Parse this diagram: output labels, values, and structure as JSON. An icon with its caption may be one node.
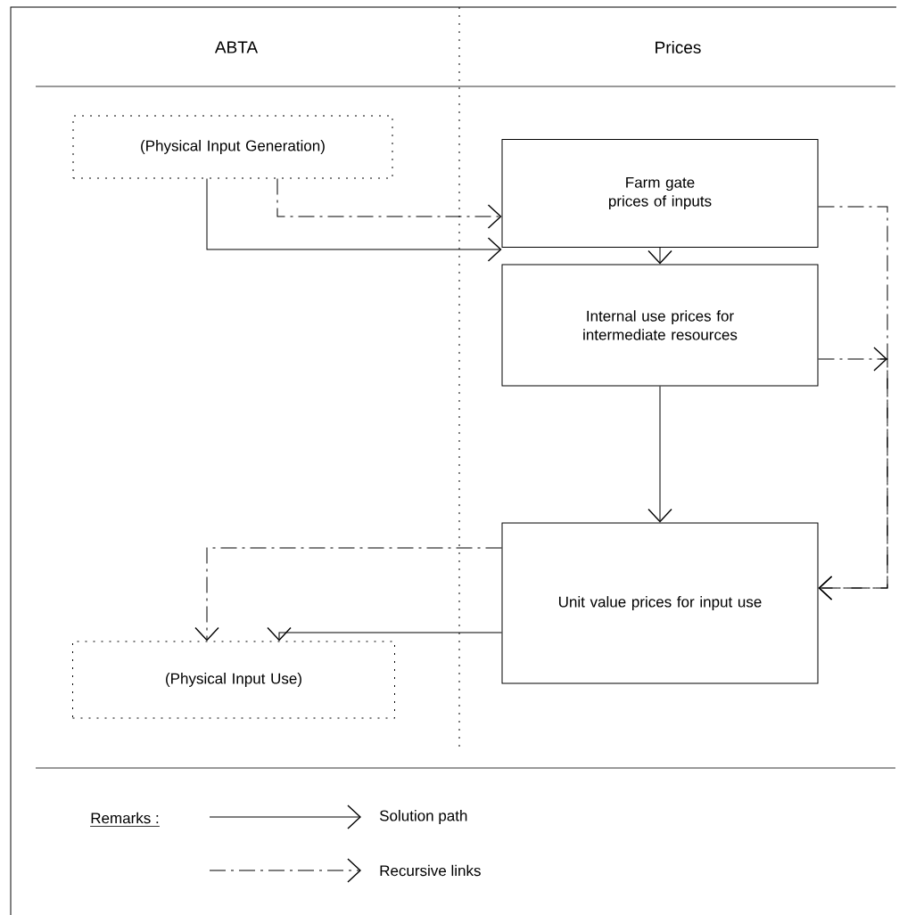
{
  "diagram": {
    "nodes": [
      {
        "text": [
          "(Physical Input Generation)"
        ]
      },
      {
        "text": [
          "Farm gate prices of inputs"
        ]
      },
      {
        "text": [
          "Internal use prices for intermediate resources"
        ]
      },
      {
        "text": [
          "Unit value prices for input use"
        ]
      },
      {
        "text": [
          "(Physical Input Use)"
        ]
      }
    ],
    "edges": [
      {
        "from": 0,
        "to": 1,
        "arrow": "to"
      },
      {
        "from": 0,
        "to": 1,
        "arrow": "to",
        "style": "dashed"
      },
      {
        "from": 1,
        "to": 2,
        "arrow": "to"
      },
      {
        "from": 2,
        "to": 3,
        "arrow": "to"
      },
      {
        "from": 3,
        "to": 4,
        "arrow": "to"
      },
      {
        "from": 3,
        "to": 4,
        "arrow": "to",
        "style": "dashed"
      },
      {
        "from": 1,
        "to": 3,
        "arrow": "to",
        "style": "dashed"
      },
      {
        "from": 2,
        "to": 3,
        "arrow": "to",
        "style": "dashed"
      }
    ],
    "labels": [
      "ABTA",
      "Prices",
      "Remarks :"
    ],
    "legend": [
      {
        "text": "Solution path"
      },
      {
        "text": "Recursive links"
      }
    ]
  }
}
